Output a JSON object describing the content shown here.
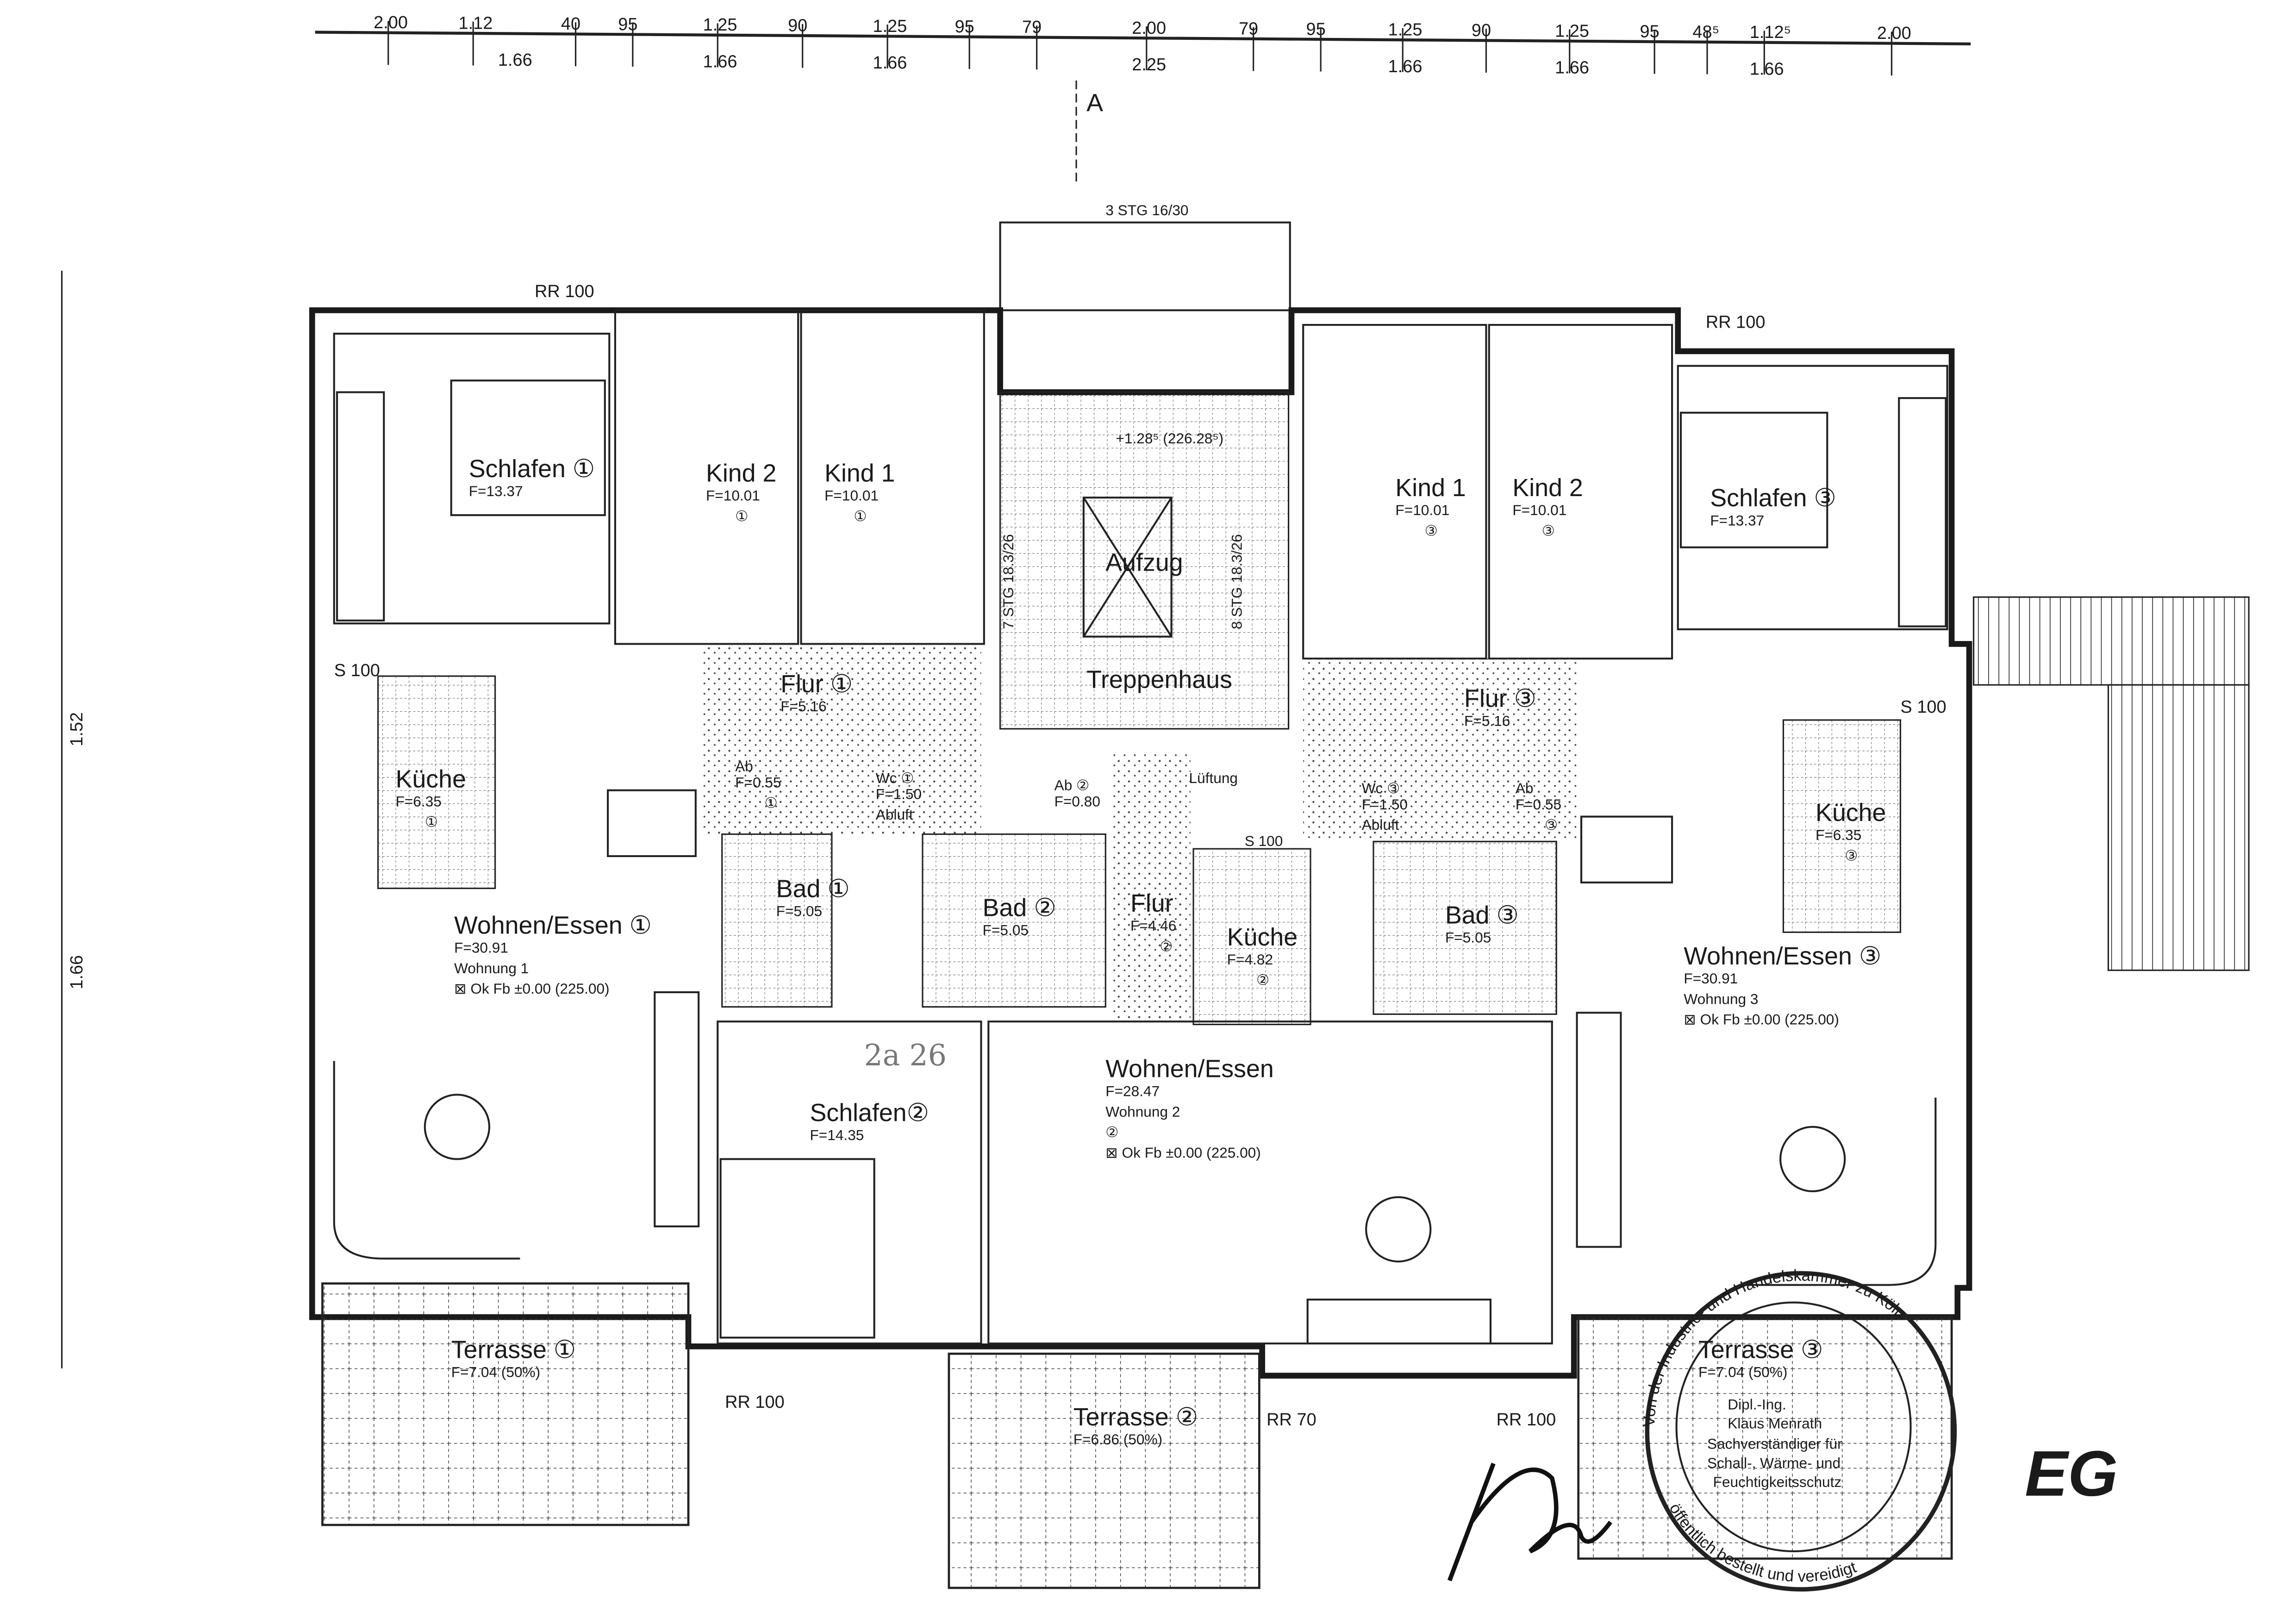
{
  "plan": {
    "floor_label": "EG",
    "section_marker": "A",
    "entrance_stairs": "3 STG 16/30",
    "level_mark": "+1.28⁵ (226.28⁵)",
    "stair_left": "7 STG 18.3/26",
    "stair_right": "8 STG 18.3/26",
    "handwritten_note": "2a  26"
  },
  "dimensions": {
    "top_upper": [
      "2.00",
      "1.12",
      "40",
      "95",
      "1.25",
      "90",
      "1.25",
      "95",
      "79",
      "2.00",
      "79",
      "95",
      "1.25",
      "90",
      "1.25",
      "95",
      "48⁵",
      "1.12⁵",
      "2.00"
    ],
    "top_lower": [
      "1.66",
      "1.66",
      "1.66",
      "2.25",
      "1.66",
      "1.66",
      "1.66"
    ],
    "left": [
      "1.52",
      "1.66"
    ]
  },
  "rooms": [
    {
      "name": "Schlafen ①",
      "area": "F=13.37"
    },
    {
      "name": "Kind 2",
      "area": "F=10.01",
      "unit": "①"
    },
    {
      "name": "Kind 1",
      "area": "F=10.01",
      "unit": "①"
    },
    {
      "name": "Aufzug"
    },
    {
      "name": "Treppenhaus"
    },
    {
      "name": "Kind 1",
      "area": "F=10.01",
      "unit": "③"
    },
    {
      "name": "Kind 2",
      "area": "F=10.01",
      "unit": "③"
    },
    {
      "name": "Schlafen ③",
      "area": "F=13.37"
    },
    {
      "name": "Flur ①",
      "area": "F=5.16"
    },
    {
      "name": "Flur ③",
      "area": "F=5.16"
    },
    {
      "name": "Küche",
      "area": "F=6.35",
      "unit": "①"
    },
    {
      "name": "Ab",
      "area": "F=0.55",
      "unit": "①"
    },
    {
      "name": "Wc ①",
      "area": "F=1.50",
      "extra": "Abluft"
    },
    {
      "name": "Ab ②",
      "area": "F=0.80"
    },
    {
      "name": "Lüftung"
    },
    {
      "name": "Wc ③",
      "area": "F=1.50",
      "extra": "Abluft"
    },
    {
      "name": "Ab",
      "area": "F=0.55",
      "unit": "③"
    },
    {
      "name": "Küche",
      "area": "F=6.35",
      "unit": "③"
    },
    {
      "name": "Bad ①",
      "area": "F=5.05"
    },
    {
      "name": "Bad ②",
      "area": "F=5.05"
    },
    {
      "name": "Flur",
      "area": "F=4.46",
      "unit": "②"
    },
    {
      "name": "Küche",
      "area": "F=4.82",
      "unit": "②"
    },
    {
      "name": "Bad ③",
      "area": "F=5.05"
    },
    {
      "name": "Wohnen/Essen ①",
      "area": "F=30.91",
      "unit": "Wohnung 1",
      "level": "⊠ Ok Fb ±0.00 (225.00)"
    },
    {
      "name": "Wohnen/Essen ③",
      "area": "F=30.91",
      "unit": "Wohnung 3",
      "level": "⊠ Ok Fb ±0.00 (225.00)"
    },
    {
      "name": "Wohnen/Essen",
      "area": "F=28.47",
      "unit": "Wohnung 2",
      "unit_no": "②",
      "level": "⊠ Ok Fb ±0.00 (225.00)"
    },
    {
      "name": "Schlafen②",
      "area": "F=14.35"
    },
    {
      "name": "Terrasse ①",
      "area": "F=7.04 (50%)"
    },
    {
      "name": "Terrasse ②",
      "area": "F=6.86 (50%)"
    },
    {
      "name": "Terrasse ③",
      "area": "F=7.04 (50%)"
    }
  ],
  "annotations": {
    "rr": [
      "RR 100",
      "RR 100",
      "RR 100",
      "RR 100",
      "RR 70"
    ],
    "s": [
      "S 100",
      "S 100",
      "S 100"
    ]
  },
  "stamp": {
    "ring_top": "Von der Industrie- und Handelskammer zu Köln",
    "ring_bottom": "öffentlich bestellt und vereidigt",
    "title": "Dipl.-Ing.",
    "name": "Klaus Menrath",
    "line1": "Sachverständiger für",
    "line2": "Schall-, Wärme- und",
    "line3": "Feuchtigkeitsschutz"
  }
}
